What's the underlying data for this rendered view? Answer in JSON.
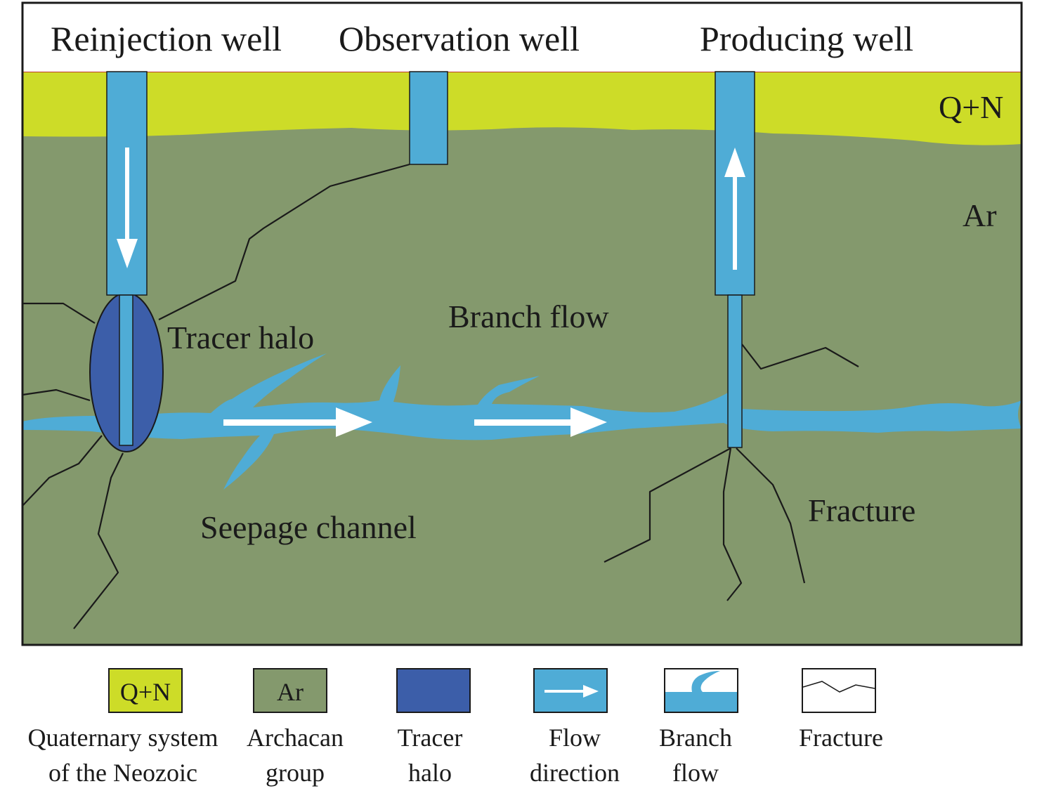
{
  "wells": {
    "reinjection": "Reinjection well",
    "observation": "Observation well",
    "producing": "Producing well"
  },
  "layers": {
    "top_code": "Q+N",
    "bottom_code": "Ar"
  },
  "annotations": {
    "tracer_halo": "Tracer halo",
    "branch_flow": "Branch flow",
    "seepage_channel": "Seepage channel",
    "fracture": "Fracture"
  },
  "legend": [
    {
      "swatch_text": "Q+N",
      "line1": "Quaternary system",
      "line2": "of the Neozoic",
      "icon": "quaternary-swatch"
    },
    {
      "swatch_text": "Ar",
      "line1": "Archacan",
      "line2": "group",
      "icon": "archaean-swatch"
    },
    {
      "swatch_text": "",
      "line1": "Tracer",
      "line2": "halo",
      "icon": "tracer-halo-swatch"
    },
    {
      "swatch_text": "",
      "line1": "Flow",
      "line2": "direction",
      "icon": "arrow-right-icon"
    },
    {
      "swatch_text": "",
      "line1": "Branch",
      "line2": "flow",
      "icon": "branch-flow-icon"
    },
    {
      "swatch_text": "",
      "line1": "Fracture",
      "line2": "",
      "icon": "fracture-icon"
    }
  ],
  "colors": {
    "quaternary": "#CDDC28",
    "archaean": "#84996D",
    "tracer_halo": "#3C5EA9",
    "flow": "#4FACD6",
    "fracture": "#1a1a1a"
  }
}
